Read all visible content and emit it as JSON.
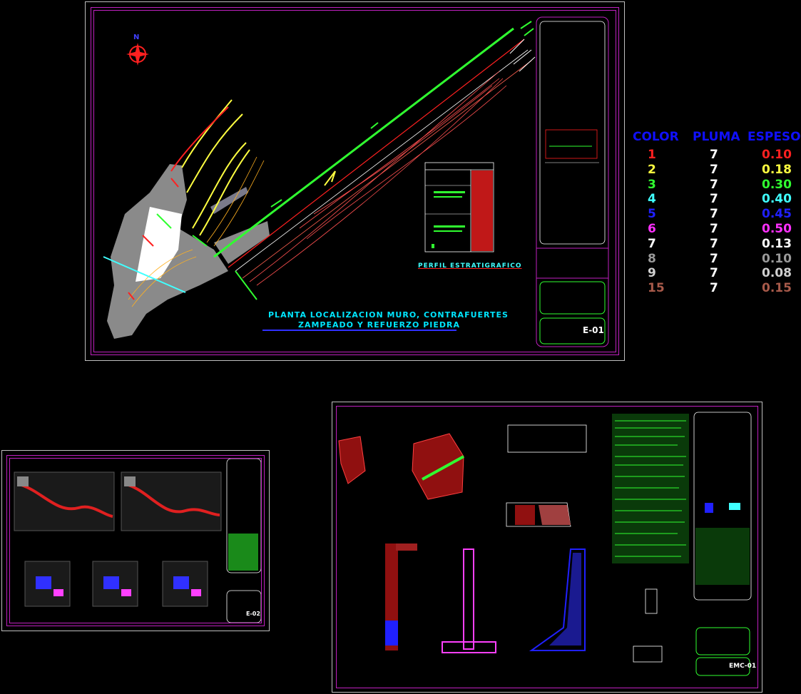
{
  "sheet1": {
    "north_label": "N",
    "plan_title_line1": "PLANTA LOCALIZACION MURO, CONTRAFUERTES",
    "plan_title_line2": "ZAMPEADO Y REFUERZO PIEDRA",
    "profile_title": "PERFIL ESTRATIGRAFICO",
    "sheet_code": "E-01"
  },
  "sheet2": {
    "sheet_code": "E-02"
  },
  "sheet3": {
    "sheet_code": "EMC-01"
  },
  "pen_legend": {
    "headers": {
      "color": "COLOR",
      "pen": "PLUMA",
      "thickness": "ESPESOR"
    },
    "header_color": "#1010ff",
    "rows": [
      {
        "color": "1",
        "pen": "7",
        "thickness": "0.10",
        "hex": "#ff2020"
      },
      {
        "color": "2",
        "pen": "7",
        "thickness": "0.18",
        "hex": "#ffff40"
      },
      {
        "color": "3",
        "pen": "7",
        "thickness": "0.30",
        "hex": "#30ff30"
      },
      {
        "color": "4",
        "pen": "7",
        "thickness": "0.40",
        "hex": "#40ffff"
      },
      {
        "color": "5",
        "pen": "7",
        "thickness": "0.45",
        "hex": "#2020ff"
      },
      {
        "color": "6",
        "pen": "7",
        "thickness": "0.50",
        "hex": "#ff30ff"
      },
      {
        "color": "7",
        "pen": "7",
        "thickness": "0.13",
        "hex": "#ffffff"
      },
      {
        "color": "8",
        "pen": "7",
        "thickness": "0.10",
        "hex": "#9a9a9a"
      },
      {
        "color": "9",
        "pen": "7",
        "thickness": "0.08",
        "hex": "#d0d0d0"
      },
      {
        "color": "15",
        "pen": "7",
        "thickness": "0.15",
        "hex": "#a85a4a"
      }
    ]
  }
}
